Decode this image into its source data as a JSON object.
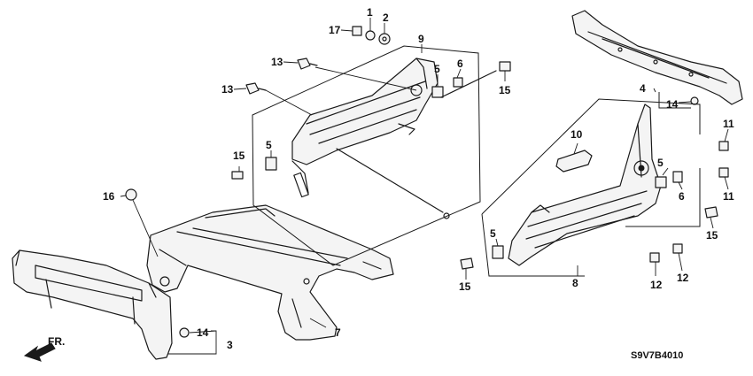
{
  "diagram": {
    "callouts": {
      "c1": "1",
      "c2": "2",
      "c3": "3",
      "c4": "4",
      "c5a": "5",
      "c5b": "5",
      "c5c": "5",
      "c5d": "5",
      "c6a": "6",
      "c6b": "6",
      "c7": "7",
      "c8": "8",
      "c9": "9",
      "c10": "10",
      "c11a": "11",
      "c11b": "11",
      "c12a": "12",
      "c12b": "12",
      "c13a": "13",
      "c13b": "13",
      "c14a": "14",
      "c14b": "14",
      "c15a": "15",
      "c15b": "15",
      "c15c": "15",
      "c15d": "15",
      "c16": "16",
      "c17": "17"
    },
    "direction_label": "FR.",
    "diagram_code": "S9V7B4010"
  }
}
